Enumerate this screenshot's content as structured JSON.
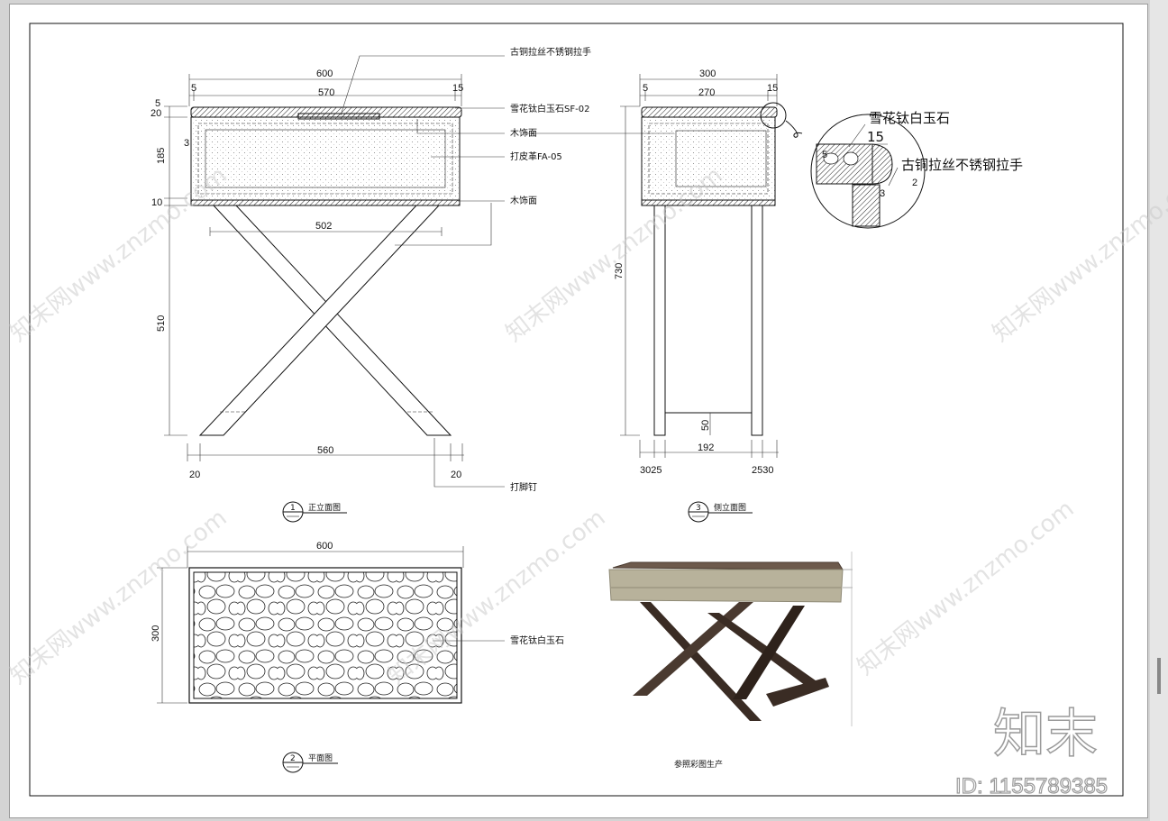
{
  "front_elevation": {
    "dims": {
      "overall_width": "600",
      "left_gap": "5",
      "inner_width": "570",
      "right_gap": "15",
      "top_thickness": "5",
      "stone_thickness": "20",
      "box_height": "185",
      "inset": "3",
      "bottom_band": "10",
      "leg_height": "510",
      "stretcher": "502",
      "foot_span": "560",
      "foot_left": "20",
      "foot_right": "20"
    },
    "notes": {
      "handle": "古铜拉丝不锈钢拉手",
      "stone": "雪花钛白玉石SF-02",
      "wood": "木饰面",
      "leather": "打皮革FA-05",
      "wood2": "木饰面",
      "foot_nail": "打脚钉"
    },
    "title_number": "1",
    "title": "正立面图"
  },
  "side_elevation": {
    "dims": {
      "overall_width": "300",
      "left_gap": "5",
      "inner_width": "270",
      "right_gap": "15",
      "height": "730",
      "bottom_rail": "50",
      "inner_span": "192",
      "left_feet": "3025",
      "right_feet": "2530"
    },
    "title_number": "3",
    "title": "侧立面图"
  },
  "detail": {
    "stone_label": "雪花钛白玉石",
    "dim": "15",
    "handle_label": "古铜拉丝不锈钢拉手",
    "small_dim_a": "5",
    "small_dim_b": "3",
    "small_dim_c": "2"
  },
  "plan": {
    "width": "600",
    "depth": "300",
    "stone_note": "雪花钛白玉石",
    "title_number": "2",
    "title": "平面图"
  },
  "reference": {
    "caption": "参照彩图生产"
  },
  "watermark": {
    "text": "知末网www.znzmo.com",
    "brand": "知末",
    "id_label": "ID: 1155789385"
  }
}
